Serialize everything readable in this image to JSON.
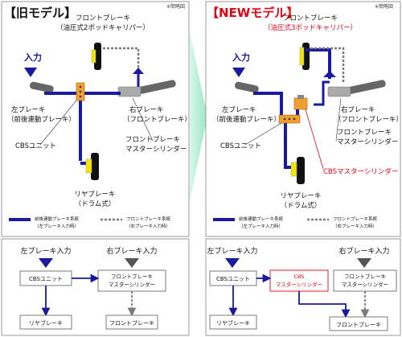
{
  "note": "※簡略図",
  "left": {
    "title": "【旧モデル】",
    "front_brake_top": "フロントブレーキ",
    "front_brake_sub": "（油圧式2ポッドキャリパー）",
    "input": "入力",
    "left_brake_1": "左ブレーキ",
    "left_brake_2": "（前後連動ブレーキ）",
    "right_brake_1": "右ブレーキ",
    "right_brake_2": "（フロントブレーキ）",
    "cbs_unit": "CBSユニット",
    "master_1": "フロントブレーキ",
    "master_2": "マスターシリンダー",
    "rear_1": "リヤブレーキ",
    "rear_2": "（ドラム式）",
    "legend_solid_1": "前後連動ブレーキ系統",
    "legend_solid_2": "（左ブレーキ入力時）",
    "legend_dot_1": "フロントブレーキ系統",
    "legend_dot_2": "（右ブレーキ入力時）",
    "flow": {
      "left_input": "左ブレーキ入力",
      "right_input": "右ブレーキ入力",
      "cbs_unit": "CBSユニット",
      "master_1": "フロントブレーキ",
      "master_2": "マスターシリンダー",
      "rear": "リヤブレーキ",
      "front": "フロントブレーキ"
    }
  },
  "right": {
    "title": "【NEWモデル】",
    "front_brake_top": "フロントブレーキ",
    "front_brake_sub": "（油圧式3ポッドキャリパー）",
    "input": "入力",
    "left_brake_1": "左ブレーキ",
    "left_brake_2": "（前後連動ブレーキ）",
    "right_brake_1": "右ブレーキ",
    "right_brake_2": "（フロントブレーキ）",
    "cbs_unit": "CBSユニット",
    "master_1": "フロントブレーキ",
    "master_2": "マスターシリンダー",
    "cbs_master": "CBSマスターシリンダー",
    "rear_1": "リヤブレーキ",
    "rear_2": "（ドラム式）",
    "legend_solid_1": "前後連動ブレーキ系統",
    "legend_solid_2": "（左ブレーキ入力時）",
    "legend_dot_1": "フロントブレーキ系統",
    "legend_dot_2": "（右ブレーキ入力時）",
    "flow": {
      "left_input": "左ブレーキ入力",
      "right_input": "右ブレーキ入力",
      "cbs_unit": "CBSユニット",
      "cbs_master_1": "CBS",
      "cbs_master_2": "マスターシリンダー",
      "master_1": "フロントブレーキ",
      "master_2": "マスターシリンダー",
      "rear": "リヤブレーキ",
      "front": "フロントブレーキ"
    }
  },
  "colors": {
    "navy": "#1a1a9e",
    "red": "#e60012",
    "gray": "#7a7a7a",
    "orange": "#f0a030",
    "yellow": "#f5e600",
    "divider_green": "#9be6c8"
  }
}
